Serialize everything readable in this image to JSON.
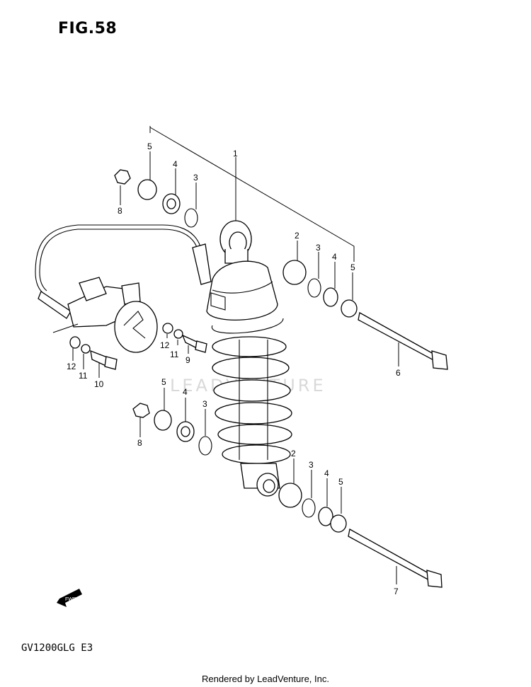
{
  "figure": {
    "title": "FIG.58"
  },
  "model": {
    "code": "GV1200GLG  E3"
  },
  "footer": {
    "credit": "Rendered by LeadVenture, Inc."
  },
  "watermark": {
    "text": "LEADVENTURE"
  },
  "fwd_arrow": {
    "label": "FWD"
  },
  "callouts": {
    "c1": "1",
    "c2_upper": "2",
    "c3_upper": "3",
    "c4_upper": "4",
    "c5_upper": "5",
    "c6": "6",
    "c5_top": "5",
    "c4_top": "4",
    "c3_top": "3",
    "c8_top": "8",
    "c12_mid": "12",
    "c11_mid": "11",
    "c9": "9",
    "c12_left": "12",
    "c11_left": "11",
    "c10": "10",
    "c5_mid": "5",
    "c4_mid": "4",
    "c3_mid": "3",
    "c8_mid": "8",
    "c2_lower": "2",
    "c3_lower": "3",
    "c4_lower": "4",
    "c5_lower": "5",
    "c7": "7"
  }
}
